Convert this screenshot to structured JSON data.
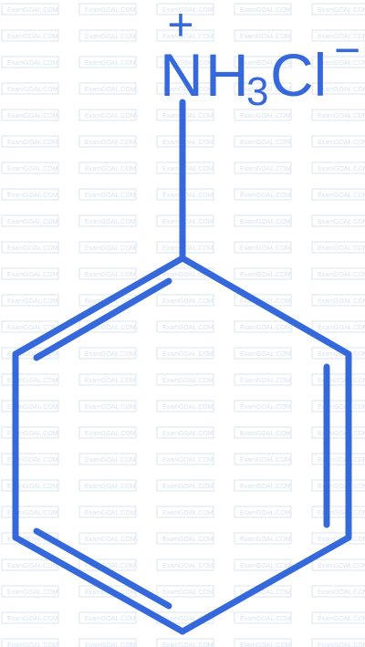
{
  "structure": {
    "cation": {
      "charge_symbol": "+",
      "element": "N",
      "hydrogen": "H",
      "hydrogen_count": "3"
    },
    "anion": {
      "element": "Cl",
      "charge_symbol": "−"
    },
    "ring": {
      "type": "benzene"
    }
  },
  "watermark": {
    "text": "ExamGOAL.COM"
  },
  "colors": {
    "stroke": "#3569db",
    "watermark": "#d8e4f2",
    "background": "#ffffff"
  }
}
